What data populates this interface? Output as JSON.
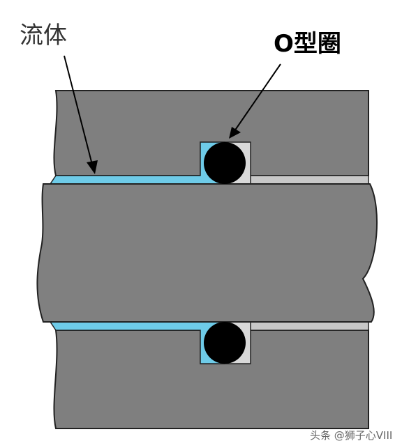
{
  "labels": {
    "fluid": "流体",
    "o_ring": "O型圈"
  },
  "watermark": "头条 @狮子心VIII",
  "colors": {
    "housing": "#7f7f7f",
    "shaft": "#808080",
    "fluid": "#6ecbe8",
    "gap": "#c8c8c8",
    "groove_back": "#d9d9d9",
    "o_ring": "#000000",
    "outline": "#222222"
  }
}
